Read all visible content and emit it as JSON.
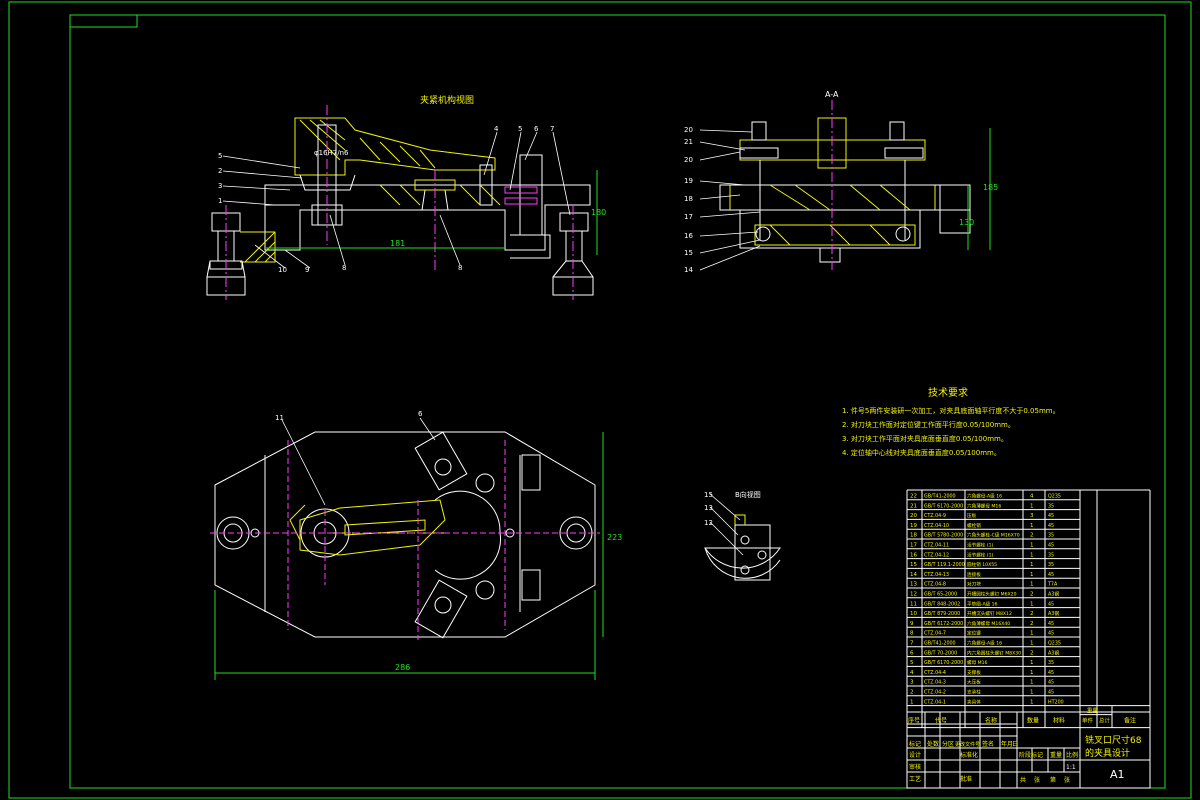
{
  "drawing": {
    "title_line1": "铣叉口尺寸68",
    "title_line2": "的夹具设计",
    "sheet_size": "A1",
    "scale": "1:1",
    "view_label_left": "夹紧机构视图",
    "view_label_right": "A-A",
    "view_label_small": "B向视图",
    "colors": {
      "border": "#20e020",
      "part": "#ffffff",
      "hatch": "#f2f20a",
      "center": "#ff3cff",
      "dimension": "#20e020",
      "pink_cross": "#ff3cff",
      "leader": "#ffffff"
    }
  },
  "tech_req": {
    "title": "技术要求",
    "items": [
      "1. 件号5两件安装研一次加工，对夹具底面轴平行度不大于0.05mm。",
      "2. 对刀块工作面对定位键工作面平行度0.05/100mm。",
      "3. 对刀块工作平面对夹具底面垂直度0.05/100mm。",
      "4. 定位轴中心线对夹具底面垂直度0.05/100mm。"
    ]
  },
  "dims": {
    "top_len": "181",
    "top_h": "180",
    "right_h1": "185",
    "right_h2": "130",
    "bottom_w": "286",
    "bottom_h": "223",
    "fit_top": "φ16H7/n6"
  },
  "callouts_left": [
    "5",
    "2",
    "3",
    "1"
  ],
  "callouts_top": [
    "4",
    "5",
    "6",
    "7"
  ],
  "callouts_bottom": [
    "10",
    "9",
    "8",
    "8"
  ],
  "callouts_right": [
    "20",
    "21",
    "20",
    "19",
    "18",
    "17",
    "16",
    "15",
    "14"
  ],
  "callouts_plan": [
    "11",
    "6"
  ],
  "callouts_small": [
    "15",
    "13",
    "12"
  ],
  "bom": {
    "header": [
      "序号",
      "代号",
      "名称",
      "数量",
      "材料",
      "单件",
      "总计",
      "备注"
    ],
    "weight_label": "重量",
    "rows": [
      [
        "22",
        "GB/T41-2000",
        "六角螺母-A级 16",
        "4",
        "Q235"
      ],
      [
        "21",
        "GB/T 6170-2000",
        "六角薄螺母 M16",
        "1",
        "35"
      ],
      [
        "20",
        "CTZ.04-9",
        "压板",
        "3",
        "45"
      ],
      [
        "19",
        "CTZ.04-10",
        "螺栓销",
        "1",
        "45"
      ],
      [
        "18",
        "GB/T 5780-2000",
        "六角头螺栓-C级 M16X70",
        "2",
        "35"
      ],
      [
        "17",
        "CTZ.04-11",
        "活节螺栓 (1)",
        "1",
        "45"
      ],
      [
        "16",
        "CTZ.04-12",
        "活节螺栓 (1)",
        "1",
        "35"
      ],
      [
        "15",
        "GB/T 119.1-2000",
        "圆柱销 10X55",
        "1",
        "35"
      ],
      [
        "14",
        "CTZ.04-13",
        "连接板",
        "1",
        "45"
      ],
      [
        "13",
        "CTZ.04-8",
        "对刀块",
        "1",
        "T7A"
      ],
      [
        "12",
        "GB/T 65-2000",
        "开槽圆柱头螺钉 M6X20",
        "2",
        "A3钢"
      ],
      [
        "11",
        "GB/T 848-2002",
        "平垫圈-A级 16",
        "1",
        "45"
      ],
      [
        "10",
        "GB/T 879-2000",
        "开槽沉头螺钉 M8X12",
        "2",
        "A3钢"
      ],
      [
        "9",
        "GB/T 6172-2000",
        "六角薄螺母 M16X40",
        "2",
        "45"
      ],
      [
        "8",
        "CTZ.04-7",
        "定位键",
        "1",
        "45"
      ],
      [
        "7",
        "GB/T41-2000",
        "六角螺母-A级 16",
        "1",
        "Q235"
      ],
      [
        "6",
        "GB/T 70-2000",
        "内六角圆柱头螺钉 M8X30",
        "2",
        "A3钢"
      ],
      [
        "5",
        "GB/T 6170-2000",
        "螺母 M16",
        "1",
        "35"
      ],
      [
        "4",
        "CTZ.04-4",
        "支撑板",
        "1",
        "45"
      ],
      [
        "3",
        "CTZ.04-3",
        "大压板",
        "1",
        "45"
      ],
      [
        "2",
        "CTZ.04-2",
        "支承柱",
        "1",
        "45"
      ],
      [
        "1",
        "CTZ.04-1",
        "夹具体",
        "1",
        "HT200"
      ]
    ]
  },
  "title_block": {
    "roles_top": [
      "标记",
      "处数",
      "分区",
      "更改文件号",
      "签名",
      "年",
      "月",
      "日"
    ],
    "design": "设计",
    "standard": "标准化",
    "review": "审核",
    "process": "工艺",
    "approve": "批准",
    "stage_labels": [
      "阶段标记",
      "重量",
      "比例"
    ],
    "sheet": [
      "共",
      "张",
      "第",
      "张"
    ]
  }
}
